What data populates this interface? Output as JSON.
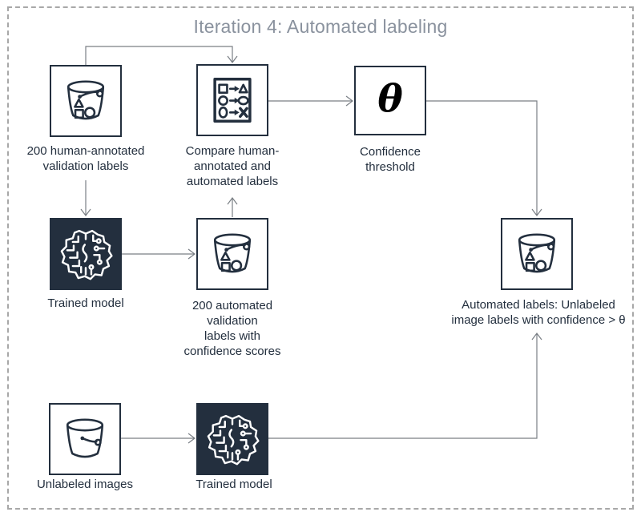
{
  "title": "Iteration 4: Automated labeling",
  "colors": {
    "navy": "#232f3e",
    "white": "#ffffff",
    "arrow_gray": "#7a7f85",
    "title_gray": "#8a929e",
    "dashed_border_gray": "#a8a8a8",
    "theta_black": "#000000"
  },
  "nodes": [
    {
      "id": "human-annotated-bucket",
      "icon": "s3-bucket-with-labels-icon",
      "label": "200 human-annotated\nvalidation labels"
    },
    {
      "id": "compare-labels",
      "icon": "compare-labels-icon",
      "label": "Compare human-\nannotated and\nautomated labels"
    },
    {
      "id": "confidence-threshold",
      "icon": "theta-symbol",
      "symbol": "θ",
      "label": "Confidence\nthreshold"
    },
    {
      "id": "trained-model-top",
      "icon": "ml-model-brain-icon",
      "label": "Trained model"
    },
    {
      "id": "automated-validation-bucket",
      "icon": "s3-bucket-with-labels-icon",
      "label": "200 automated\nvalidation\nlabels with\nconfidence scores"
    },
    {
      "id": "automated-labels-bucket",
      "icon": "s3-bucket-with-labels-icon",
      "label": "Automated labels: Unlabeled\nimage labels with confidence > θ"
    },
    {
      "id": "unlabeled-images-bucket",
      "icon": "s3-bucket-plain-icon",
      "label": "Unlabeled images"
    },
    {
      "id": "trained-model-bottom",
      "icon": "ml-model-brain-icon",
      "label": "Trained model"
    }
  ],
  "edges": [
    {
      "from": "human-annotated-bucket",
      "to": "compare-labels"
    },
    {
      "from": "human-annotated-bucket",
      "to": "trained-model-top"
    },
    {
      "from": "trained-model-top",
      "to": "automated-validation-bucket"
    },
    {
      "from": "automated-validation-bucket",
      "to": "compare-labels"
    },
    {
      "from": "compare-labels",
      "to": "confidence-threshold"
    },
    {
      "from": "confidence-threshold",
      "to": "automated-labels-bucket"
    },
    {
      "from": "unlabeled-images-bucket",
      "to": "trained-model-bottom"
    },
    {
      "from": "trained-model-bottom",
      "to": "automated-labels-bucket"
    }
  ]
}
